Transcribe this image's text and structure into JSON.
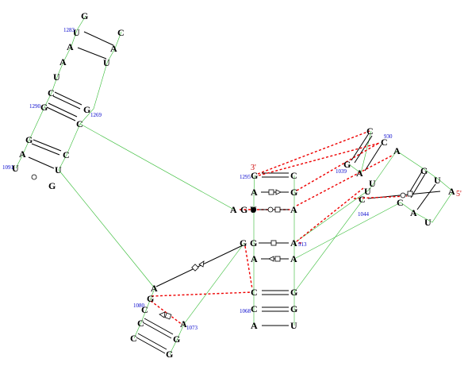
{
  "colors": {
    "background": "#ffffff",
    "backbone": "#33bb33",
    "base_pair": "#000000",
    "tertiary": "#ee0000",
    "number_label": "#0000cc",
    "terminus_label": "#cc0000"
  },
  "nucleotides": {
    "n1": "G",
    "n2": "U",
    "n3": "C",
    "n4": "A",
    "n5": "A",
    "n6": "A",
    "n7": "U",
    "n8": "U",
    "n9": "C",
    "n10": "G",
    "n11": "G",
    "n12": "C",
    "n13": "G",
    "n14": "C",
    "n15": "A",
    "n16": "U",
    "n17": "U",
    "n18": "G",
    "n19": "A",
    "n20": "G",
    "n21": "C",
    "n22": "C",
    "n23": "G",
    "n24": "A",
    "n25": "G",
    "n26": "G",
    "n27": "C",
    "n28": "A",
    "n29": "G",
    "n30": "A",
    "n31": "G",
    "n32": "U",
    "n33": "A",
    "n34": "G",
    "n35": "G",
    "n36": "A",
    "n37": "A",
    "n38": "A",
    "n39": "C",
    "n40": "G",
    "n41": "C",
    "n42": "G",
    "n43": "A",
    "n44": "U",
    "n45": "C",
    "n46": "C",
    "n47": "A",
    "n48": "G",
    "n49": "A",
    "n50": "U",
    "n51": "U",
    "n52": "G",
    "n53": "U",
    "n54": "A",
    "n55": "C",
    "n56": "C",
    "n57": "A",
    "n58": "U"
  },
  "numbers": {
    "l1283": "1283",
    "l1290": "1290",
    "l1269": "1269",
    "l1091": "1091",
    "l1080": "1080",
    "l1073": "1073",
    "l1295": "1295",
    "l1068": "1068",
    "l913": "913",
    "l930": "930",
    "l1039": "1039",
    "l1044": "1044"
  },
  "termini": {
    "three_prime": "3'",
    "five_prime": "5'"
  }
}
